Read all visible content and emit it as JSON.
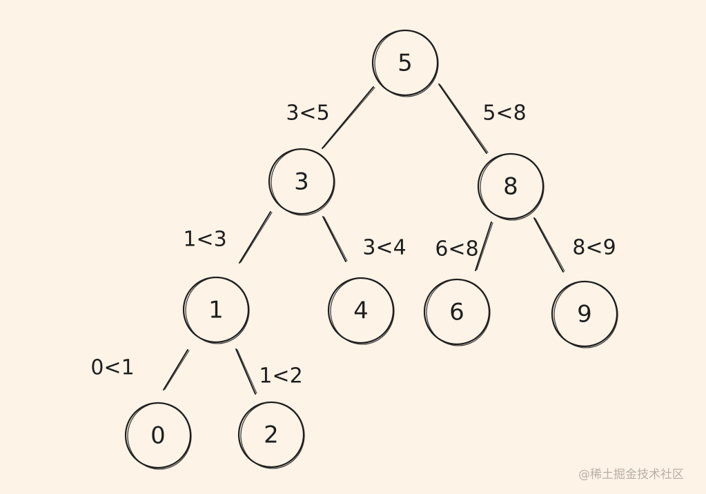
{
  "diagram": {
    "type": "binary-search-tree",
    "colors": {
      "background": "#fdf3e6",
      "ink": "#1e1e1e",
      "watermark": "#b7b0a8"
    },
    "nodes": [
      {
        "id": "n5",
        "label": "5"
      },
      {
        "id": "n3",
        "label": "3"
      },
      {
        "id": "n8",
        "label": "8"
      },
      {
        "id": "n1",
        "label": "1"
      },
      {
        "id": "n4",
        "label": "4"
      },
      {
        "id": "n6",
        "label": "6"
      },
      {
        "id": "n9",
        "label": "9"
      },
      {
        "id": "n0",
        "label": "0"
      },
      {
        "id": "n2",
        "label": "2"
      }
    ],
    "edges": [
      {
        "from": "n5",
        "to": "n3",
        "label": "3<5"
      },
      {
        "from": "n5",
        "to": "n8",
        "label": "5<8"
      },
      {
        "from": "n3",
        "to": "n1",
        "label": "1<3"
      },
      {
        "from": "n3",
        "to": "n4",
        "label": "3<4"
      },
      {
        "from": "n8",
        "to": "n6",
        "label": "6<8"
      },
      {
        "from": "n8",
        "to": "n9",
        "label": "8<9"
      },
      {
        "from": "n1",
        "to": "n0",
        "label": "0<1"
      },
      {
        "from": "n1",
        "to": "n2",
        "label": "1<2"
      }
    ]
  },
  "watermark": {
    "text": "@稀土掘金技术社区"
  }
}
